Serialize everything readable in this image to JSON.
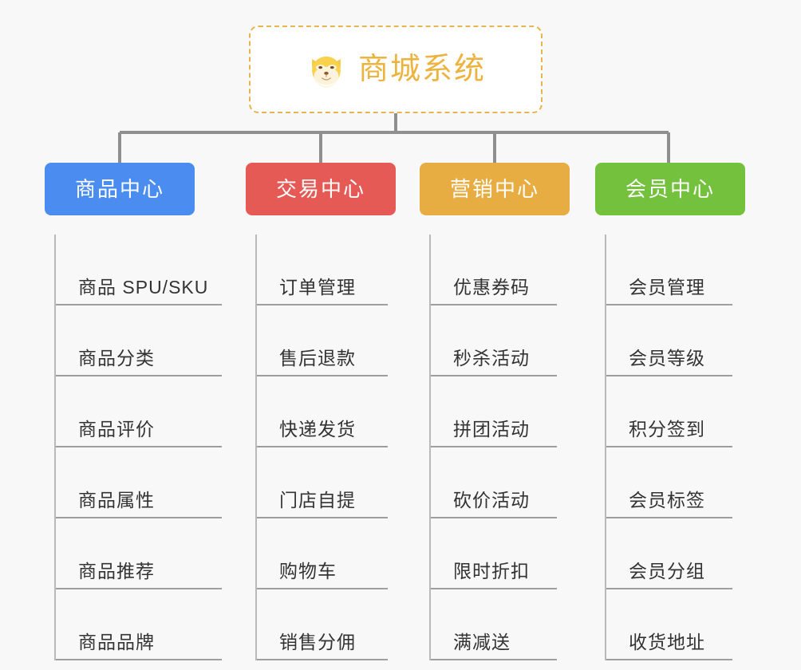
{
  "diagram": {
    "type": "tree-mindmap",
    "background_color": "#f8f8f8",
    "connector_color": "#8f8f8f",
    "leaf_line_color": "#9e9e9e",
    "leaf_text_color": "#333333"
  },
  "root": {
    "title": "商城系统",
    "icon": "shiba-dog-face-icon",
    "text_color": "#edb33f",
    "border_color": "#e8b351",
    "background_color": "#ffffff"
  },
  "branches": [
    {
      "label": "商品中心",
      "color": "#4a8cf0",
      "items": [
        "商品 SPU/SKU",
        "商品分类",
        "商品评价",
        "商品属性",
        "商品推荐",
        "商品品牌"
      ]
    },
    {
      "label": "交易中心",
      "color": "#e65a56",
      "items": [
        "订单管理",
        "售后退款",
        "快递发货",
        "门店自提",
        "购物车",
        "销售分佣"
      ]
    },
    {
      "label": "营销中心",
      "color": "#e8ad42",
      "items": [
        "优惠券码",
        "秒杀活动",
        "拼团活动",
        "砍价活动",
        "限时折扣",
        "满减送"
      ]
    },
    {
      "label": "会员中心",
      "color": "#73c13d",
      "items": [
        "会员管理",
        "会员等级",
        "积分签到",
        "会员标签",
        "会员分组",
        "收货地址"
      ]
    }
  ]
}
